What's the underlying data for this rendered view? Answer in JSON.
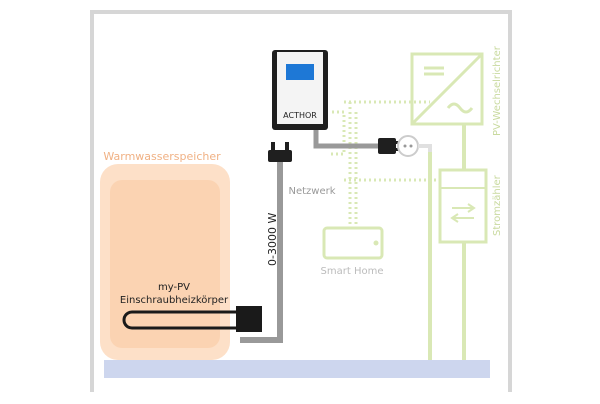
{
  "labels": {
    "storage_tank": "Warmwasserspeicher",
    "controller": "ACTHOR",
    "power_range": "0-3000 W",
    "network": "Netzwerk",
    "smart_home": "Smart Home",
    "inverter": "PV-Wechselrichter",
    "meter": "Stromzähler",
    "heater_line1": "my-PV",
    "heater_line2": "Einschraubheizkörper"
  },
  "colors": {
    "house_wall": "#d6d6d6",
    "tank_outer": "#fde0c8",
    "tank_inner": "#fbd3b2",
    "tank_label": "#f0b184",
    "pv_green": "#d9e8b5",
    "pv_green_text": "#c9da9f",
    "gray_cable": "#999999",
    "ground_pipe": "#cdd6ee",
    "device_dark": "#1f1f1f",
    "device_blue": "#1e78d6",
    "smart_home_text": "#bcbcbc"
  },
  "icons": {
    "controller": "controller-device-icon",
    "plug_down": "plug-down-icon",
    "plug_left": "plug-left-icon",
    "socket": "wall-socket-icon",
    "inverter": "inverter-dc-ac-icon",
    "meter": "meter-arrows-icon",
    "smart_home": "tablet-icon",
    "heater": "heating-rod-icon"
  }
}
